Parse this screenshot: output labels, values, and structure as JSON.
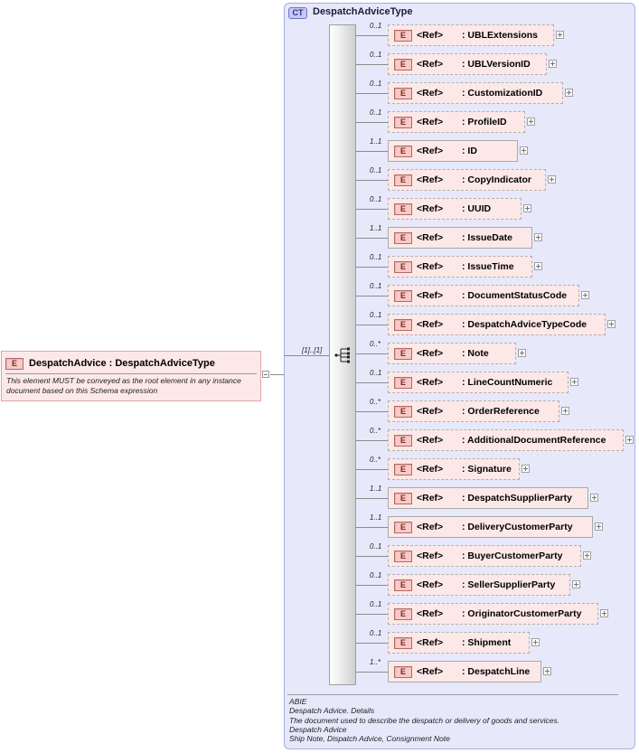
{
  "root": {
    "badge": "E",
    "title": "DespatchAdvice : DespatchAdviceType",
    "description": "This element MUST be conveyed as the root element in any instance document based on this Schema expression"
  },
  "complex_type": {
    "badge": "CT",
    "name": "DespatchAdviceType"
  },
  "sequence": {
    "multiplicity": "[1]..[1]"
  },
  "children": [
    {
      "mult": "0..1",
      "ref": "<Ref>",
      "name": ": UBLExtensions",
      "optional": true
    },
    {
      "mult": "0..1",
      "ref": "<Ref>",
      "name": ": UBLVersionID",
      "optional": true
    },
    {
      "mult": "0..1",
      "ref": "<Ref>",
      "name": ": CustomizationID",
      "optional": true
    },
    {
      "mult": "0..1",
      "ref": "<Ref>",
      "name": ": ProfileID",
      "optional": true
    },
    {
      "mult": "1..1",
      "ref": "<Ref>",
      "name": ": ID",
      "optional": false
    },
    {
      "mult": "0..1",
      "ref": "<Ref>",
      "name": ": CopyIndicator",
      "optional": true
    },
    {
      "mult": "0..1",
      "ref": "<Ref>",
      "name": ": UUID",
      "optional": true
    },
    {
      "mult": "1..1",
      "ref": "<Ref>",
      "name": ": IssueDate",
      "optional": false
    },
    {
      "mult": "0..1",
      "ref": "<Ref>",
      "name": ": IssueTime",
      "optional": true
    },
    {
      "mult": "0..1",
      "ref": "<Ref>",
      "name": ": DocumentStatusCode",
      "optional": true
    },
    {
      "mult": "0..1",
      "ref": "<Ref>",
      "name": ": DespatchAdviceTypeCode",
      "optional": true
    },
    {
      "mult": "0..*",
      "ref": "<Ref>",
      "name": ": Note",
      "optional": true
    },
    {
      "mult": "0..1",
      "ref": "<Ref>",
      "name": ": LineCountNumeric",
      "optional": true
    },
    {
      "mult": "0..*",
      "ref": "<Ref>",
      "name": ": OrderReference",
      "optional": true
    },
    {
      "mult": "0..*",
      "ref": "<Ref>",
      "name": ": AdditionalDocumentReference",
      "optional": true
    },
    {
      "mult": "0..*",
      "ref": "<Ref>",
      "name": ": Signature",
      "optional": true
    },
    {
      "mult": "1..1",
      "ref": "<Ref>",
      "name": ": DespatchSupplierParty",
      "optional": false
    },
    {
      "mult": "1..1",
      "ref": "<Ref>",
      "name": ": DeliveryCustomerParty",
      "optional": false
    },
    {
      "mult": "0..1",
      "ref": "<Ref>",
      "name": ": BuyerCustomerParty",
      "optional": true
    },
    {
      "mult": "0..1",
      "ref": "<Ref>",
      "name": ": SellerSupplierParty",
      "optional": true
    },
    {
      "mult": "0..1",
      "ref": "<Ref>",
      "name": ": OriginatorCustomerParty",
      "optional": true
    },
    {
      "mult": "0..1",
      "ref": "<Ref>",
      "name": ": Shipment",
      "optional": true
    },
    {
      "mult": "1..*",
      "ref": "<Ref>",
      "name": ": DespatchLine",
      "optional": false
    }
  ],
  "annotation": [
    "ABIE",
    "Despatch Advice. Details",
    "The document used to describe the despatch or delivery of goods and services.",
    "Despatch Advice",
    "Ship Note, Dispatch Advice, Consignment Note"
  ],
  "colors": {
    "element_fill": "#fde8e8",
    "element_badge": "#f9c9c6",
    "complex_type_fill": "#e7e9fb",
    "complex_type_border": "#a8aee0"
  }
}
